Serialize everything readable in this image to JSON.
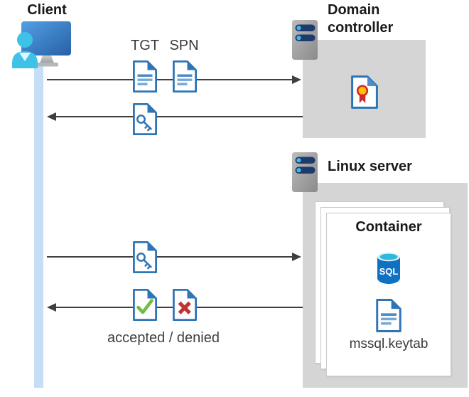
{
  "client": {
    "label": "Client",
    "icon": "client-monitor-user-icon"
  },
  "top_flow": {
    "tgt": "TGT",
    "spn": "SPN",
    "request_icons": [
      "tgt-ticket-document-icon",
      "spn-ticket-document-icon"
    ],
    "response_icon": "key-document-icon"
  },
  "domain_controller": {
    "label": "Domain controller",
    "server_icon": "server-icon",
    "certificate_icon": "certificate-document-icon"
  },
  "linux_server": {
    "label": "Linux server",
    "server_icon": "server-icon"
  },
  "container": {
    "title": "Container",
    "sql_badge": "SQL",
    "sql_icon": "sql-database-icon",
    "keytab_icon": "keytab-document-icon",
    "keytab_file": "mssql.keytab"
  },
  "bottom_flow": {
    "request_icon": "key-document-icon",
    "accepted_icon": "check-document-icon",
    "denied_icon": "x-document-icon",
    "result": "accepted / denied"
  },
  "colors": {
    "document_blue": "#2e75b6",
    "document_line_blue": "#74a9db",
    "success_green": "#6fbe44",
    "error_red": "#be3434",
    "certificate_yellow": "#ffc000",
    "certificate_red": "#ce2b28",
    "timeline_blue": "#c4def8",
    "zone_gray": "#d5d5d5",
    "server_pill_navy": "#1e3c6b",
    "server_dot_blue": "#44b5e7",
    "monitor_blue": "#3c86d4",
    "person_cyan": "#3ec2e8",
    "sql_blue": "#1070c1",
    "arrow_gray": "#3f3f3f"
  }
}
